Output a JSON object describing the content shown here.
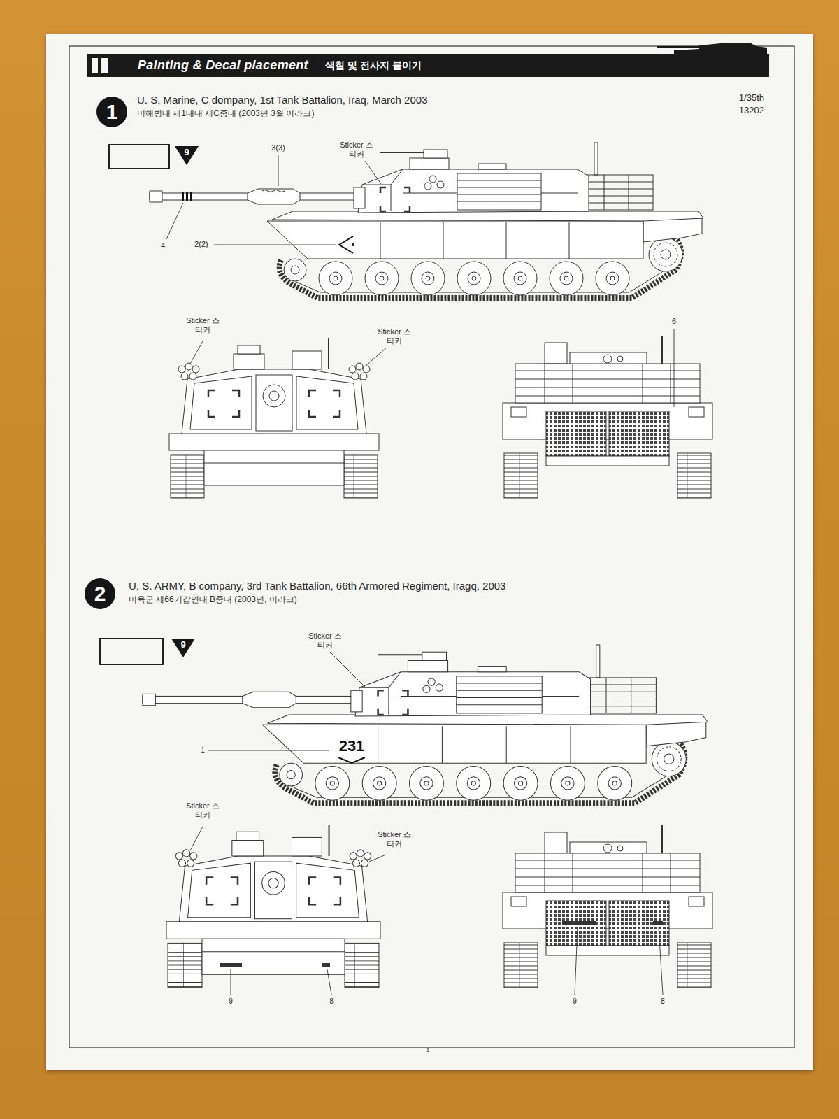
{
  "diagram": {
    "nodes": [
      {
        "text": [
          "Painting & Decal placement",
          "색칠 및 전사지 붙이기"
        ]
      },
      {
        "text": [
          "1"
        ]
      },
      {
        "text": [
          "9"
        ]
      },
      {
        "text": [
          "2"
        ]
      },
      {
        "text": [
          "9"
        ]
      }
    ],
    "labels": [
      "U. S. Marine, C dompany, 1st Tank Battalion, Iraq, March 2003",
      "미해병대 제1대대 제C중대 (2003년 3월 이라크)",
      "1/35th",
      "13202",
      "3(3)",
      "Sticker 스티커",
      "4",
      "2(2)",
      "Sticker 스티커",
      "Sticker 스티커",
      "6",
      "U. S. ARMY, B company, 3rd Tank Battalion, 66th Armored Regiment, Iragq, 2003",
      "미육군 제66기갑연대 B중대 (2003년, 이라크)",
      "Sticker 스티커",
      "1",
      "231",
      "Sticker 스티커",
      "Sticker 스티커",
      "9",
      "8",
      "9",
      "8",
      "1"
    ]
  }
}
